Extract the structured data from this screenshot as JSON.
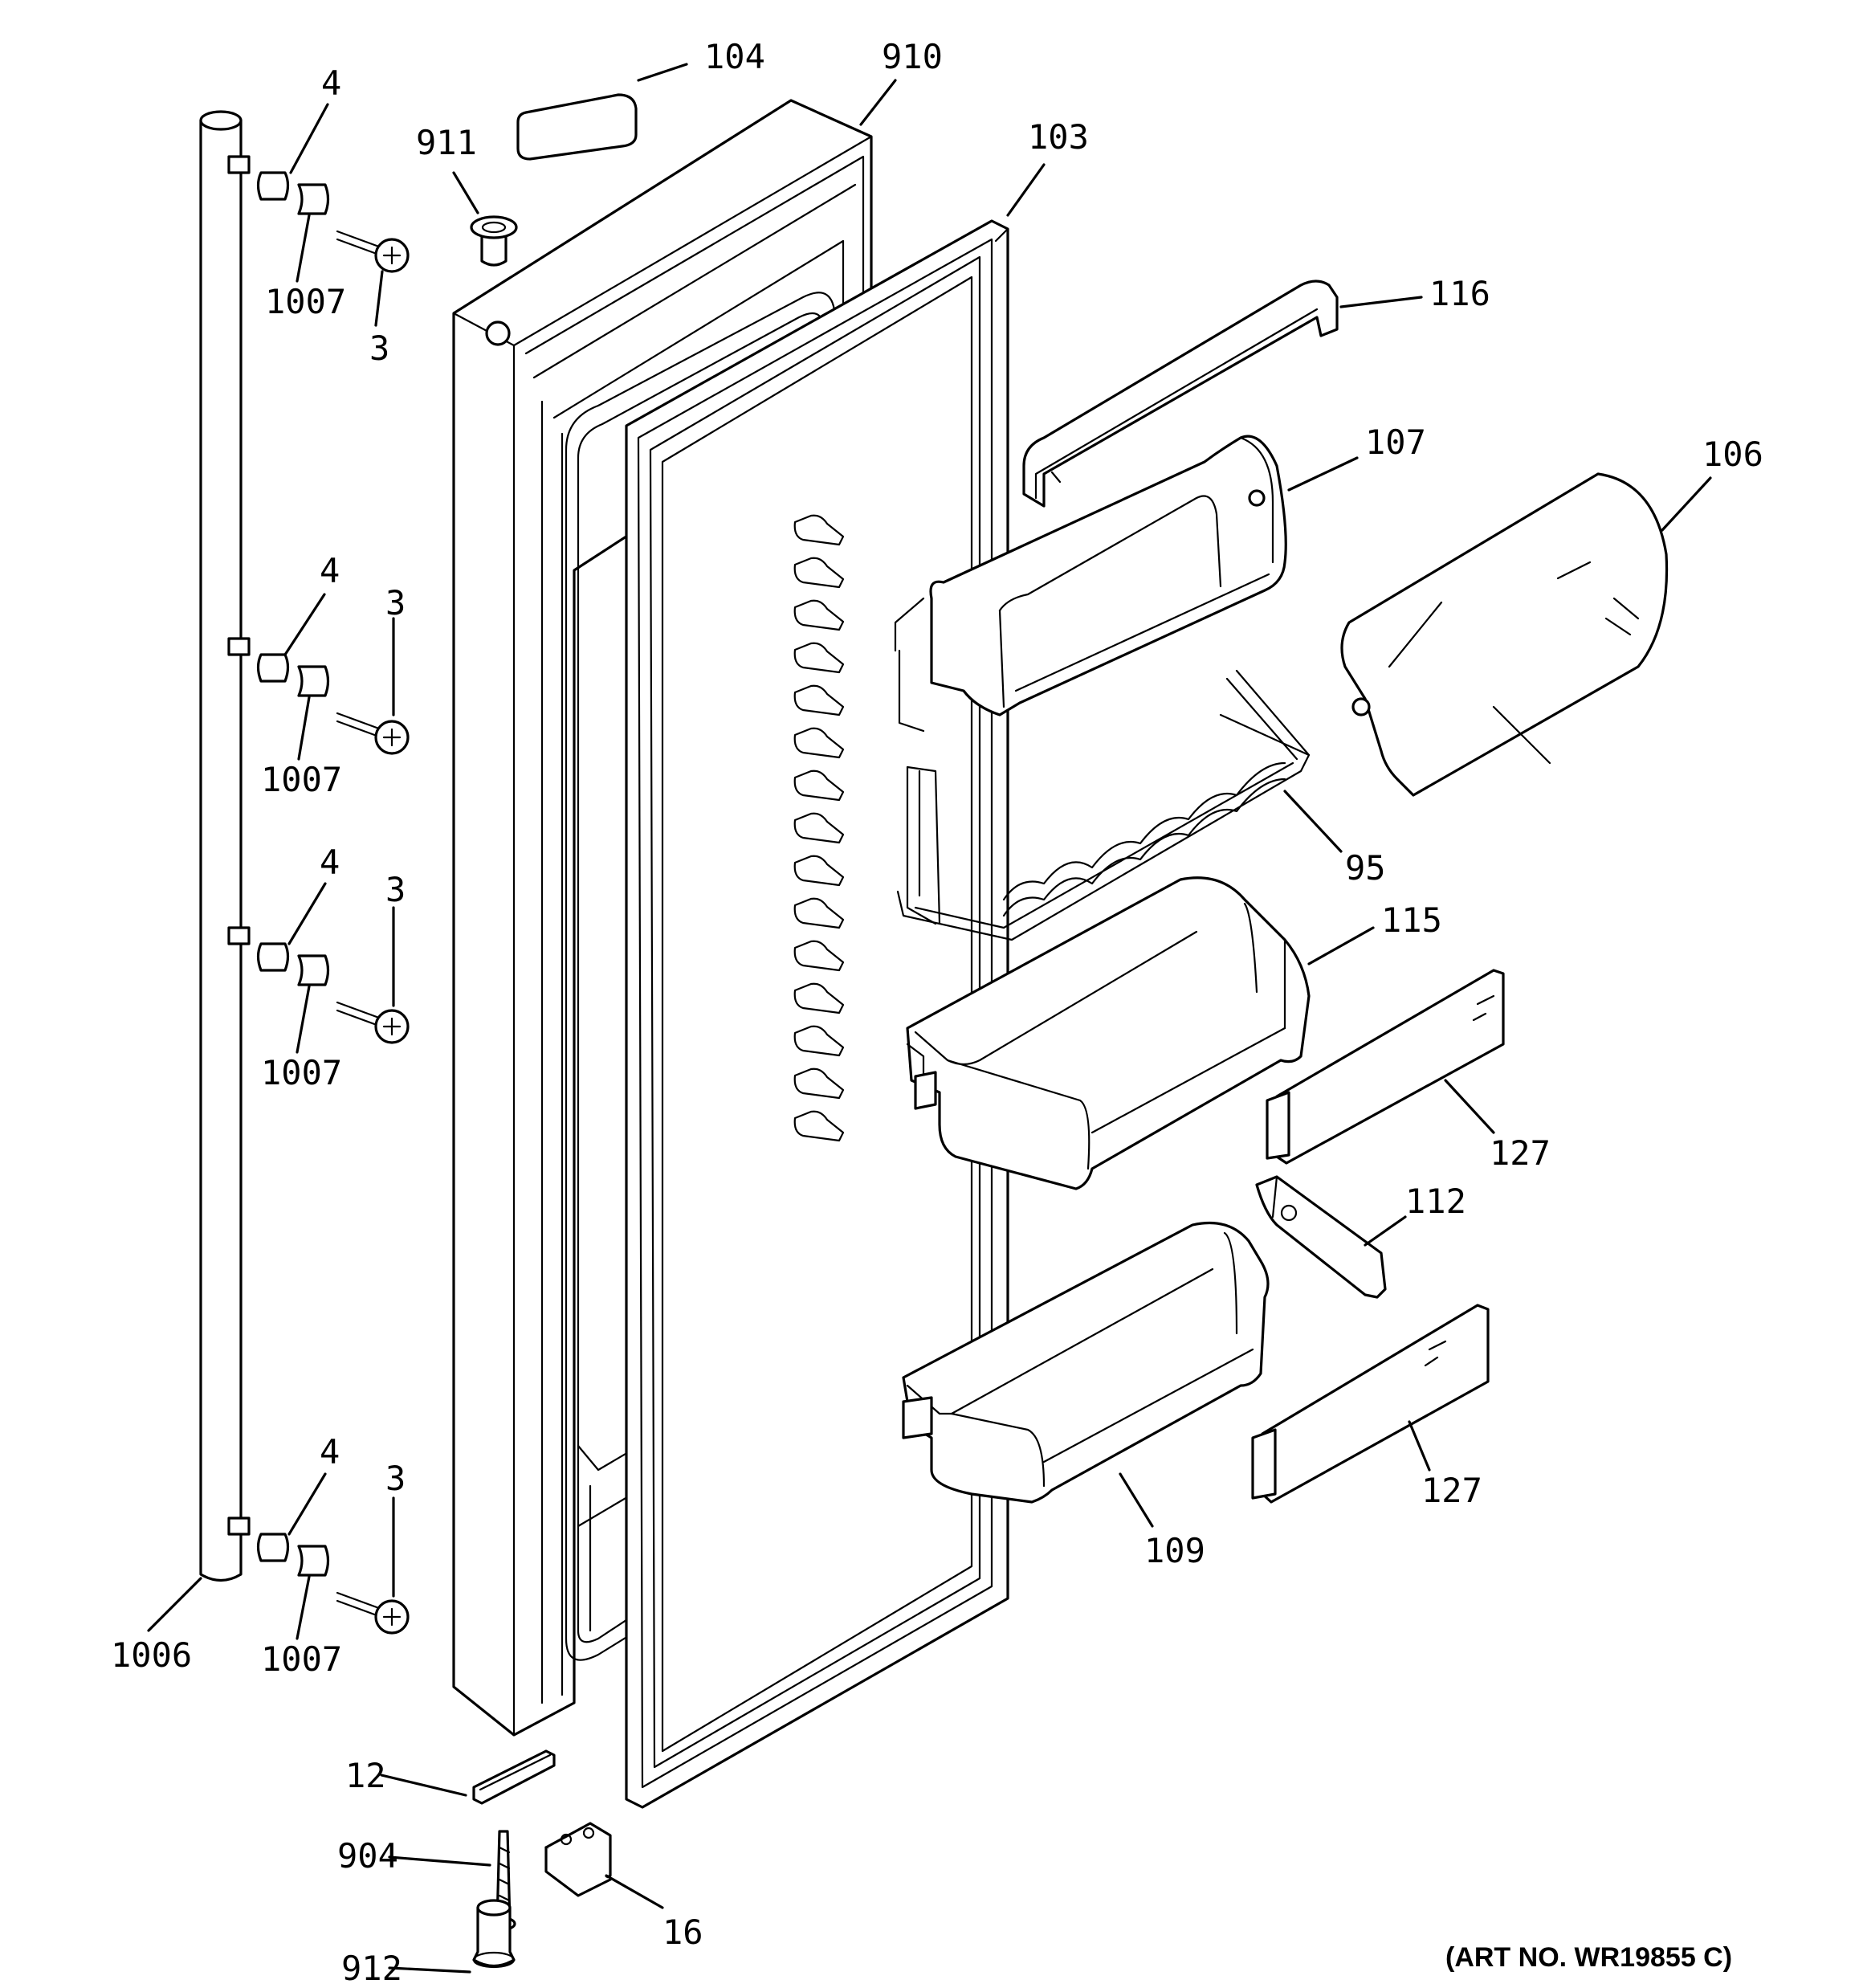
{
  "diagram": {
    "art_number": "(ART NO. WR19855 C)",
    "callouts": [
      {
        "id": "c104",
        "text": "104"
      },
      {
        "id": "c910",
        "text": "910"
      },
      {
        "id": "c911",
        "text": "911"
      },
      {
        "id": "c103",
        "text": "103"
      },
      {
        "id": "c116",
        "text": "116"
      },
      {
        "id": "c107",
        "text": "107"
      },
      {
        "id": "c106",
        "text": "106"
      },
      {
        "id": "c95",
        "text": "95"
      },
      {
        "id": "c115",
        "text": "115"
      },
      {
        "id": "c127a",
        "text": "127"
      },
      {
        "id": "c112",
        "text": "112"
      },
      {
        "id": "c127b",
        "text": "127"
      },
      {
        "id": "c109",
        "text": "109"
      },
      {
        "id": "c12",
        "text": "12"
      },
      {
        "id": "c904",
        "text": "904"
      },
      {
        "id": "c16",
        "text": "16"
      },
      {
        "id": "c912",
        "text": "912"
      },
      {
        "id": "c1006",
        "text": "1006"
      },
      {
        "id": "c4a",
        "text": "4"
      },
      {
        "id": "c1007a",
        "text": "1007"
      },
      {
        "id": "c3a",
        "text": "3"
      },
      {
        "id": "c4b",
        "text": "4"
      },
      {
        "id": "c3b",
        "text": "3"
      },
      {
        "id": "c1007b",
        "text": "1007"
      },
      {
        "id": "c4c",
        "text": "4"
      },
      {
        "id": "c3c",
        "text": "3"
      },
      {
        "id": "c1007c",
        "text": "1007"
      },
      {
        "id": "c4d",
        "text": "4"
      },
      {
        "id": "c3d",
        "text": "3"
      },
      {
        "id": "c1007d",
        "text": "1007"
      }
    ]
  }
}
